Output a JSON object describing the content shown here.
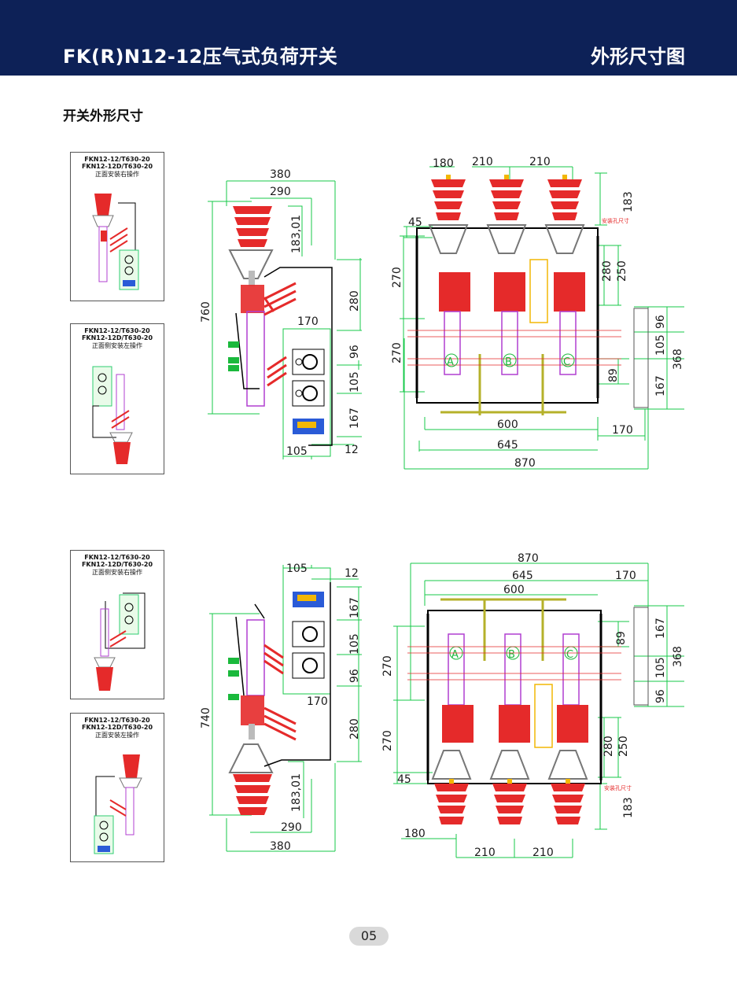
{
  "header": {
    "title": "FK(R)N12-12压气式负荷开关",
    "section_label": "外形尺寸图"
  },
  "section_title": "开关外形尺寸",
  "thumbs": [
    {
      "model1": "FKN12-12/T630-20",
      "model2": "FKN12-12D/T630-20",
      "caption": "正面安装右操作"
    },
    {
      "model1": "FKN12-12/T630-20",
      "model2": "FKN12-12D/T630-20",
      "caption": "正面侧安装左操作"
    },
    {
      "model1": "FKN12-12/T630-20",
      "model2": "FKN12-12D/T630-20",
      "caption": "正面侧安装右操作"
    },
    {
      "model1": "FKN12-12/T630-20",
      "model2": "FKN12-12D/T630-20",
      "caption": "正面安装左操作"
    }
  ],
  "top_side": {
    "d380": "380",
    "d290": "290",
    "d18301": "183,01",
    "d760": "760",
    "d280": "280",
    "d170": "170",
    "d96": "96",
    "d105": "105",
    "d167": "167",
    "d105b": "105",
    "d12": "12"
  },
  "top_front": {
    "d180": "180",
    "d210a": "210",
    "d210b": "210",
    "d183": "183",
    "d45": "45",
    "d270a": "270",
    "d270b": "270",
    "d280": "280",
    "d250": "250",
    "d96": "96",
    "d105": "105",
    "d368": "368",
    "d89": "89",
    "d167": "167",
    "d600": "600",
    "d170": "170",
    "d645": "645",
    "d870": "870",
    "phase_a": "A",
    "phase_b": "B",
    "phase_c": "C",
    "note": "安装孔尺寸"
  },
  "bottom_side": {
    "d105": "105",
    "d12": "12",
    "d167": "167",
    "d105b": "105",
    "d96": "96",
    "d740": "740",
    "d170": "170",
    "d280": "280",
    "d18301": "183,01",
    "d290": "290",
    "d380": "380"
  },
  "bottom_front": {
    "d870": "870",
    "d645": "645",
    "d170": "170",
    "d600": "600",
    "d89": "89",
    "d167": "167",
    "d105": "105",
    "d368": "368",
    "d96": "96",
    "d270a": "270",
    "d270b": "270",
    "d280": "280",
    "d250": "250",
    "d45": "45",
    "d183": "183",
    "d180": "180",
    "d210a": "210",
    "d210b": "210",
    "phase_a": "A",
    "phase_b": "B",
    "phase_c": "C",
    "note": "安装孔尺寸"
  },
  "page_number": "05"
}
